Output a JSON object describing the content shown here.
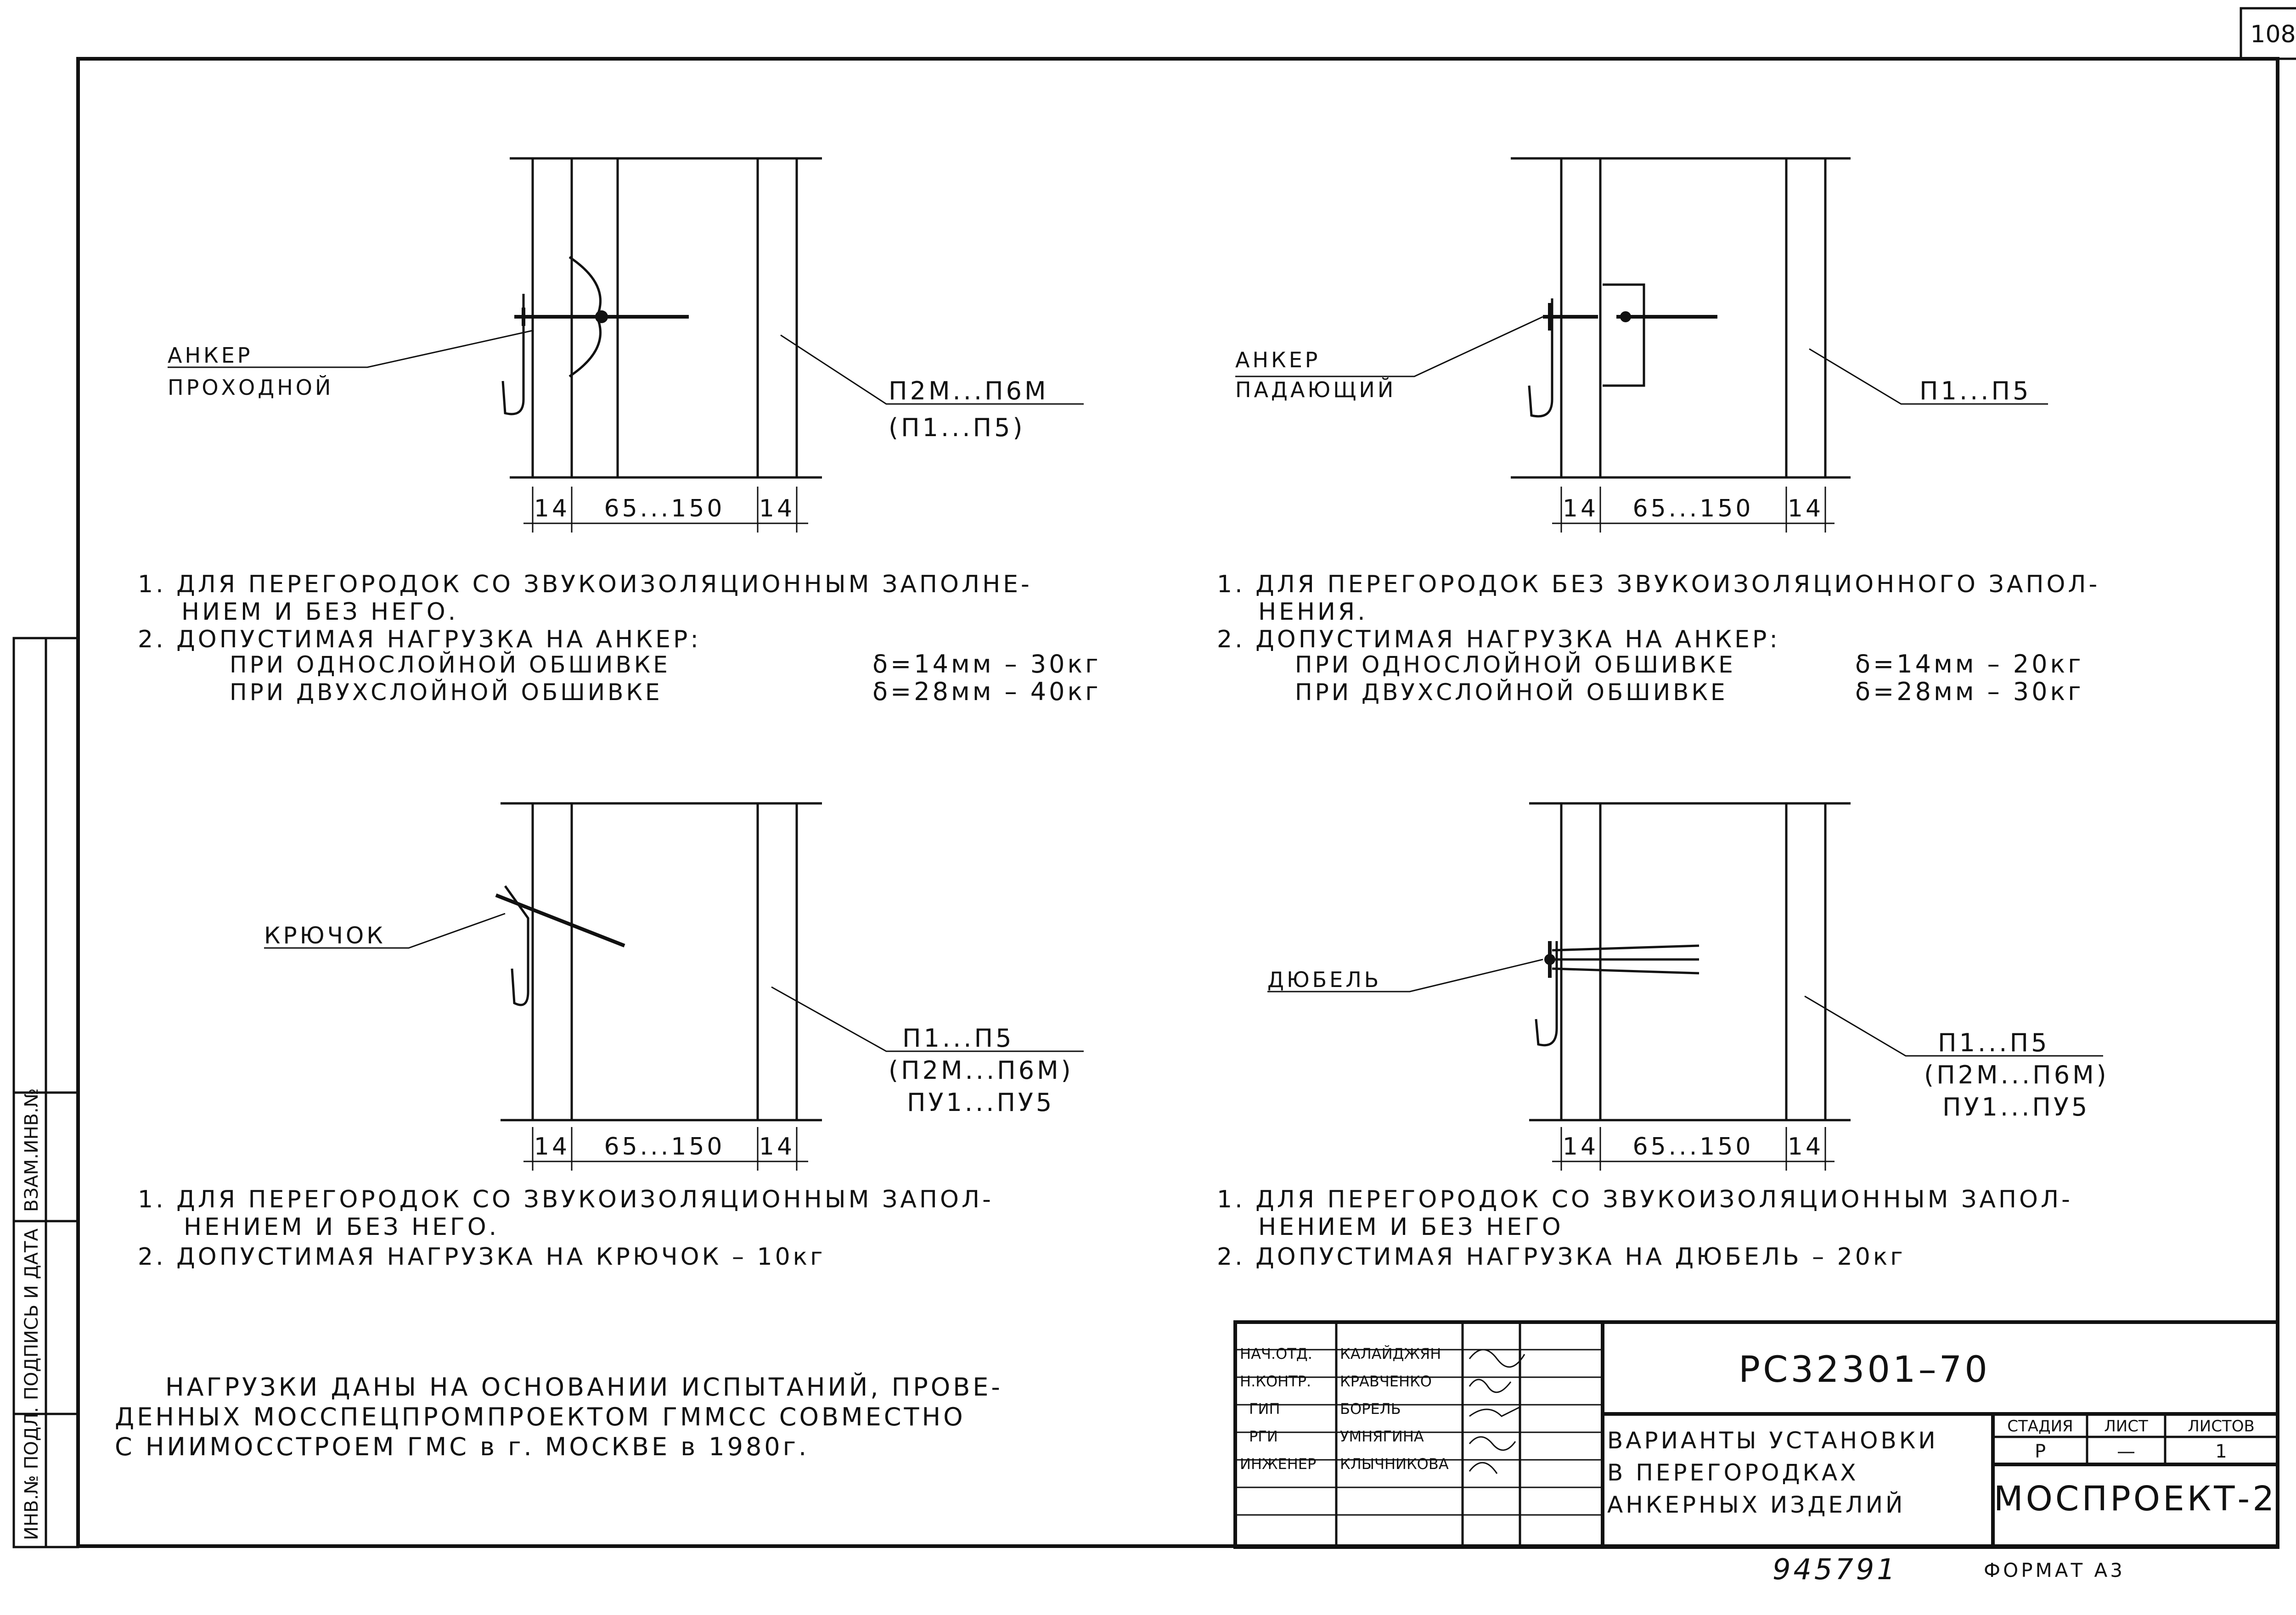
{
  "sheet": {
    "page_number": "108",
    "format_label": "ФОРМАТ А3",
    "inventory_number": "945791"
  },
  "margin_stamp": {
    "labels": [
      "ИНВ.№ ПОДЛ.",
      "ПОДПИСЬ И ДАТА",
      "ВЗАМ.ИНВ.№"
    ]
  },
  "figures": [
    {
      "label": "АНКЕР ПРОХОДНОЙ",
      "label_line1": "АНКЕР",
      "label_line2": "ПРОХОДНОЙ",
      "panel_label": "П2М...П6М",
      "panel_label2": "(П1...П5)",
      "panel_label3": "",
      "dims": [
        "14",
        "65...150",
        "14"
      ],
      "filled": true,
      "notes": [
        "1. ДЛЯ ПЕРЕГОРОДОК СО ЗВУКОИЗОЛЯЦИОННЫМ ЗАПОЛНЕ-",
        "НИЕМ И БЕЗ НЕГО.",
        "2. ДОПУСТИМАЯ НАГРУЗКА НА АНКЕР:"
      ],
      "loads": [
        {
          "label": "ПРИ ОДНОСЛОЙНОЙ ОБШИВКЕ",
          "value": "δ=14мм – 30кг"
        },
        {
          "label": "ПРИ ДВУХСЛОЙНОЙ ОБШИВКЕ",
          "value": "δ=28мм – 40кг"
        }
      ]
    },
    {
      "label": "АНКЕР ПАДАЮЩИЙ",
      "label_line1": "АНКЕР",
      "label_line2": "ПАДАЮЩИЙ",
      "panel_label": "П1...П5",
      "panel_label2": "",
      "panel_label3": "",
      "dims": [
        "14",
        "65...150",
        "14"
      ],
      "filled": false,
      "notes": [
        "1. ДЛЯ ПЕРЕГОРОДОК БЕЗ ЗВУКОИЗОЛЯЦИОННОГО ЗАПОЛ-",
        "НЕНИЯ.",
        "2. ДОПУСТИМАЯ НАГРУЗКА НА АНКЕР:"
      ],
      "loads": [
        {
          "label": "ПРИ ОДНОСЛОЙНОЙ ОБШИВКЕ",
          "value": "δ=14мм – 20кг"
        },
        {
          "label": "ПРИ ДВУХСЛОЙНОЙ ОБШИВКЕ",
          "value": "δ=28мм – 30кг"
        }
      ]
    },
    {
      "label": "КРЮЧОК",
      "label_line1": "КРЮЧОК",
      "label_line2": "",
      "panel_label": "П1...П5",
      "panel_label2": "(П2М...П6М)",
      "panel_label3": "ПУ1...ПУ5",
      "dims": [
        "14",
        "65...150",
        "14"
      ],
      "filled": false,
      "notes": [
        "1. ДЛЯ ПЕРЕГОРОДОК СО ЗВУКОИЗОЛЯЦИОННЫМ ЗАПОЛ-",
        "НЕНИЕМ И БЕЗ НЕГО.",
        "2. ДОПУСТИМАЯ НАГРУЗКА НА КРЮЧОК – 10кг"
      ],
      "loads": []
    },
    {
      "label": "ДЮБЕЛЬ",
      "label_line1": "ДЮБЕЛЬ",
      "label_line2": "",
      "panel_label": "П1...П5",
      "panel_label2": "(П2М...П6М)",
      "panel_label3": "ПУ1...ПУ5",
      "dims": [
        "14",
        "65...150",
        "14"
      ],
      "filled": false,
      "notes": [
        "1. ДЛЯ ПЕРЕГОРОДОК СО ЗВУКОИЗОЛЯЦИОННЫМ ЗАПОЛ-",
        "НЕНИЕМ И БЕЗ НЕГО",
        "2. ДОПУСТИМАЯ НАГРУЗКА НА ДЮБЕЛЬ – 20кг"
      ],
      "loads": []
    }
  ],
  "general_note": [
    "НАГРУЗКИ ДАНЫ НА ОСНОВАНИИ ИСПЫТАНИЙ, ПРОВЕ-",
    "ДЕННЫХ МОССПЕЦПРОМПРОЕКТОМ ГММСС СОВМЕСТНО",
    "С НИИМОССТРОЕМ ГМС в г. МОСКВЕ в 1980г."
  ],
  "title_block": {
    "document_code": "РС32301–70",
    "title_lines": [
      "ВАРИАНТЫ УСТАНОВКИ",
      "В ПЕРЕГОРОДКАХ",
      "АНКЕРНЫХ ИЗДЕЛИЙ"
    ],
    "stage_header": "СТАДИЯ",
    "sheet_header": "ЛИСТ",
    "sheets_header": "ЛИСТОВ",
    "stage_value": "Р",
    "sheet_value": "—",
    "sheets_value": "1",
    "organization": "МОСПРОЕКТ-2",
    "signatures": [
      {
        "role": "НАЧ.ОТД.",
        "name": "КАЛАЙДЖЯН"
      },
      {
        "role": "Н.КОНТР.",
        "name": "КРАВЧЕНКО"
      },
      {
        "role": "ГИП",
        "name": "БОРЕЛЬ"
      },
      {
        "role": "РГИ",
        "name": "УМНЯГИНА"
      },
      {
        "role": "ИНЖЕНЕР",
        "name": "КЛЫЧНИКОВА"
      }
    ]
  }
}
